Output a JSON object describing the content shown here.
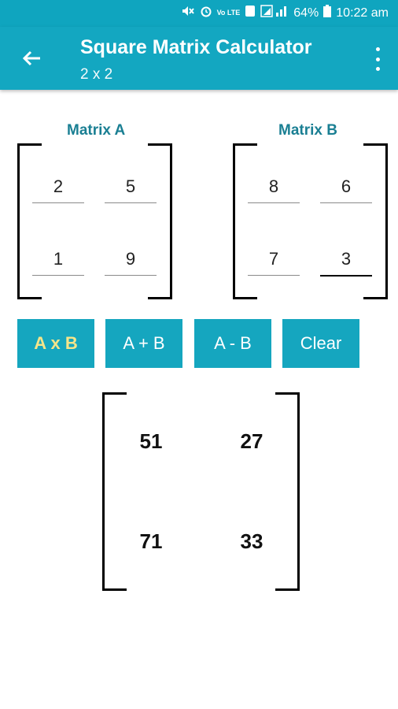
{
  "status": {
    "battery": "64%",
    "time": "10:22 am",
    "network_label": "Vo LTE"
  },
  "app_bar": {
    "title": "Square Matrix Calculator",
    "subtitle": "2 x 2"
  },
  "matrix_a": {
    "label": "Matrix A",
    "cells": [
      "2",
      "5",
      "1",
      "9"
    ]
  },
  "matrix_b": {
    "label": "Matrix B",
    "cells": [
      "8",
      "6",
      "7",
      "3"
    ]
  },
  "operations": [
    {
      "label": "A x B",
      "selected": true
    },
    {
      "label": "A + B",
      "selected": false
    },
    {
      "label": "A - B",
      "selected": false
    },
    {
      "label": "Clear",
      "selected": false
    }
  ],
  "result": {
    "cells": [
      "51",
      "27",
      "71",
      "33"
    ]
  },
  "colors": {
    "primary": "#13a7c1",
    "accent_label": "#1a7f93",
    "selected_text": "#f5e58a"
  }
}
